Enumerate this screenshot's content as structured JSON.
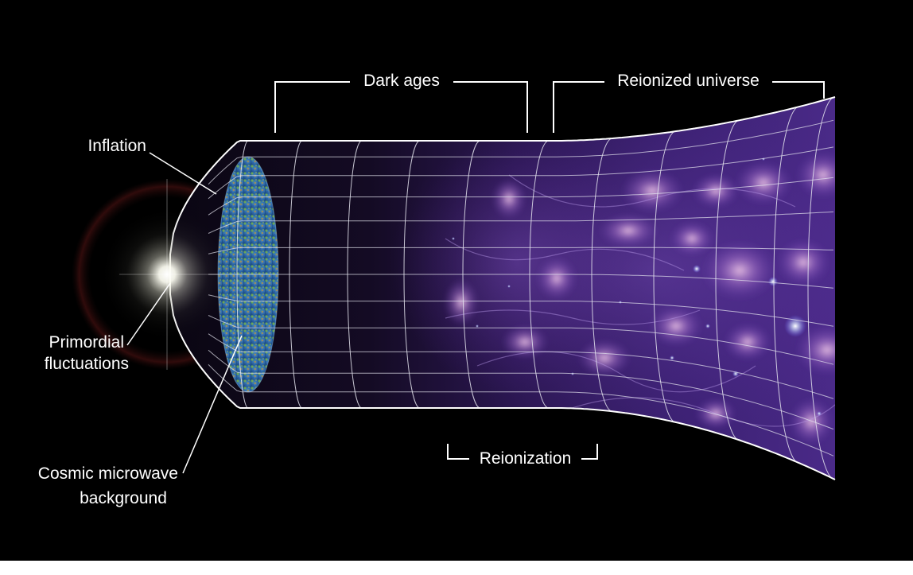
{
  "diagram": {
    "colors": {
      "background": "#000000",
      "page": "#ffffff",
      "grid_lines": "#e6e6f0",
      "cmb_blue": "#3a78b8",
      "cmb_green": "#7ab84a",
      "cmb_orange": "#d88a3a",
      "nebula_violet": "#6a3fb0",
      "nebula_pink": "#e8b0d8",
      "label_text": "#ffffff"
    },
    "labels": {
      "inflation": "Inflation",
      "primordial_line1": "Primordial",
      "primordial_line2": "fluctuations",
      "cmb_line1": "Cosmic microwave",
      "cmb_line2": "background",
      "dark_ages": "Dark ages",
      "reionized_universe": "Reionized universe",
      "reionization": "Reionization"
    },
    "icons": {
      "big_bang": "bright-flash-icon",
      "cmb_surface": "cmb-map-disc",
      "galaxies": "glowing-galaxy-clusters",
      "stars": "star-points"
    }
  }
}
